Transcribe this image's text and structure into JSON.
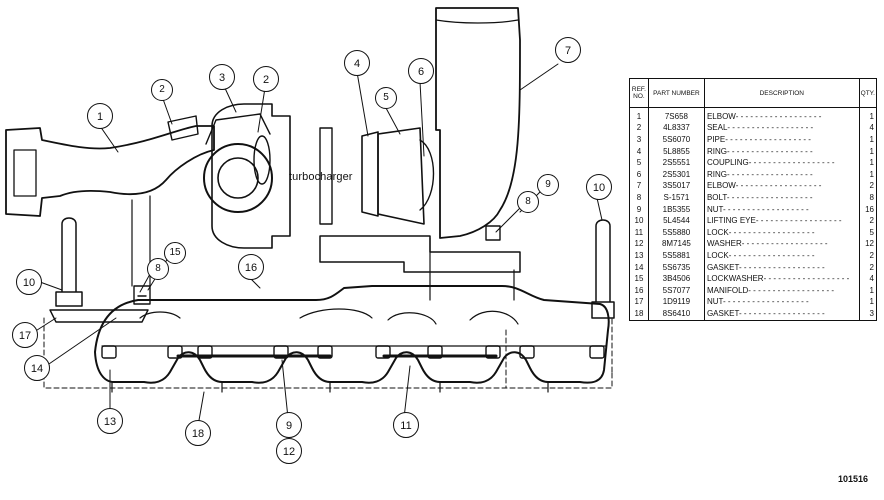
{
  "diagram": {
    "turbo_label": "turbocharger",
    "drawing_number": "101516",
    "callouts": [
      {
        "n": "1"
      },
      {
        "n": "2"
      },
      {
        "n": "3"
      },
      {
        "n": "2"
      },
      {
        "n": "4"
      },
      {
        "n": "5"
      },
      {
        "n": "6"
      },
      {
        "n": "7"
      },
      {
        "n": "9"
      },
      {
        "n": "8"
      },
      {
        "n": "10"
      },
      {
        "n": "10"
      },
      {
        "n": "15"
      },
      {
        "n": "8"
      },
      {
        "n": "16"
      },
      {
        "n": "17"
      },
      {
        "n": "14"
      },
      {
        "n": "13"
      },
      {
        "n": "18"
      },
      {
        "n": "9"
      },
      {
        "n": "12"
      },
      {
        "n": "11"
      }
    ]
  },
  "parts_table": {
    "headers": {
      "ref": "REF. NO.",
      "part": "PART NUMBER",
      "desc": "DESCRIPTION",
      "qty": "QTY."
    },
    "rows": [
      {
        "ref": "1",
        "part": "7S658",
        "desc": "ELBOW",
        "qty": "1"
      },
      {
        "ref": "2",
        "part": "4L8337",
        "desc": "SEAL",
        "qty": "4"
      },
      {
        "ref": "3",
        "part": "5S6070",
        "desc": "PIPE",
        "qty": "1"
      },
      {
        "ref": "4",
        "part": "5L8855",
        "desc": "RING",
        "qty": "1"
      },
      {
        "ref": "5",
        "part": "2S5551",
        "desc": "COUPLING",
        "qty": "1"
      },
      {
        "ref": "6",
        "part": "2S5301",
        "desc": "RING",
        "qty": "1"
      },
      {
        "ref": "7",
        "part": "3S5017",
        "desc": "ELBOW",
        "qty": "2"
      },
      {
        "ref": "8",
        "part": "S-1571",
        "desc": "BOLT",
        "qty": "8"
      },
      {
        "ref": "9",
        "part": "1B5355",
        "desc": "NUT",
        "qty": "16"
      },
      {
        "ref": "10",
        "part": "5L4544",
        "desc": "LIFTING EYE",
        "qty": "2"
      },
      {
        "ref": "11",
        "part": "5S5880",
        "desc": "LOCK",
        "qty": "5"
      },
      {
        "ref": "12",
        "part": "8M7145",
        "desc": "WASHER",
        "qty": "12"
      },
      {
        "ref": "13",
        "part": "5S5881",
        "desc": "LOCK",
        "qty": "2"
      },
      {
        "ref": "14",
        "part": "5S6735",
        "desc": "GASKET",
        "qty": "2"
      },
      {
        "ref": "15",
        "part": "3B4506",
        "desc": "LOCKWASHER",
        "qty": "4"
      },
      {
        "ref": "16",
        "part": "5S7077",
        "desc": "MANIFOLD",
        "qty": "1"
      },
      {
        "ref": "17",
        "part": "1D9119",
        "desc": "NUT",
        "qty": "1"
      },
      {
        "ref": "18",
        "part": "8S6410",
        "desc": "GASKET",
        "qty": "3"
      }
    ]
  }
}
